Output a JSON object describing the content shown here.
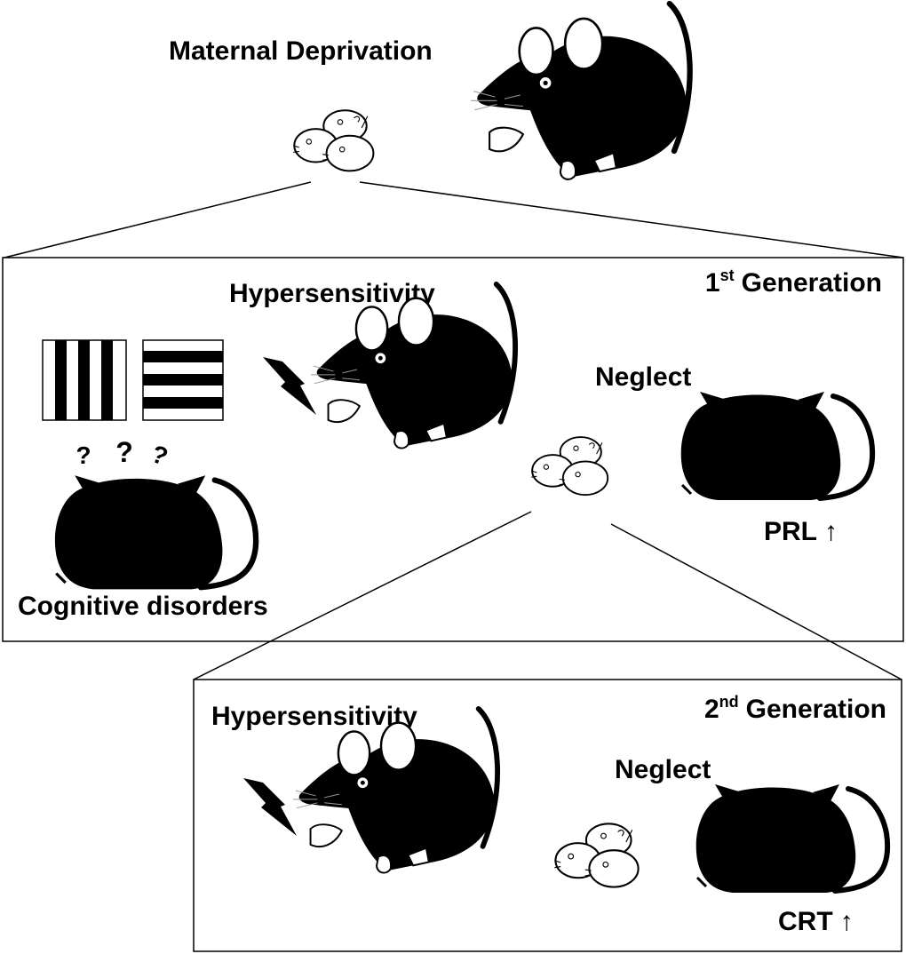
{
  "top": {
    "title": "Maternal Deprivation"
  },
  "gen1": {
    "ordinal": "1",
    "ordinal_suffix": "st",
    "label": "Generation",
    "hypersensitivity": "Hypersensitivity",
    "neglect": "Neglect",
    "hormone": "PRL",
    "arrow": "↑",
    "question_marks": [
      "?",
      "?",
      "?"
    ],
    "cognitive": "Cognitive disorders"
  },
  "gen2": {
    "ordinal": "2",
    "ordinal_suffix": "nd",
    "label": "Generation",
    "hypersensitivity": "Hypersensitivity",
    "neglect": "Neglect",
    "hormone": "CRT",
    "arrow": "↑"
  },
  "colors": {
    "ink": "#000000",
    "paper": "#ffffff",
    "whisker": "#888888"
  }
}
